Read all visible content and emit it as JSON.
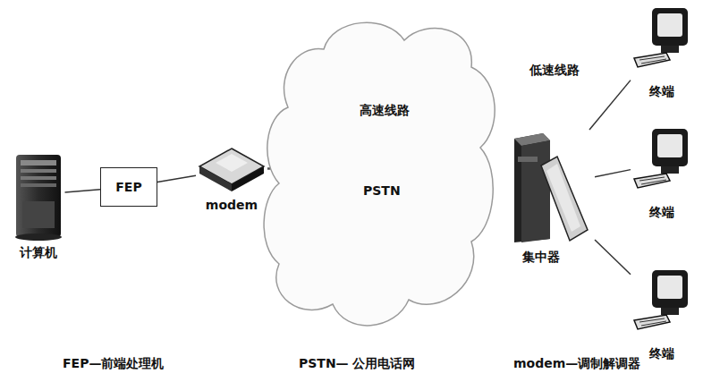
{
  "diagram": {
    "nodes": [
      {
        "text": [
          "计算机"
        ]
      },
      {
        "text": [
          "FEP"
        ]
      },
      {
        "text": [
          "modem"
        ]
      },
      {
        "text": [
          "高速线路",
          "PSTN"
        ]
      },
      {
        "text": [
          "集中器"
        ]
      },
      {
        "text": [
          "终端"
        ]
      },
      {
        "text": [
          "终端"
        ]
      },
      {
        "text": [
          "终端"
        ]
      }
    ],
    "edges": [
      {
        "from": 0,
        "to": 1,
        "arrow": "none"
      },
      {
        "from": 1,
        "to": 2,
        "arrow": "none"
      },
      {
        "from": 2,
        "to": 4,
        "arrow": "none"
      },
      {
        "from": 4,
        "to": 5,
        "label": "低速线路",
        "arrow": "none"
      },
      {
        "from": 4,
        "to": 6,
        "arrow": "none"
      },
      {
        "from": 4,
        "to": 7,
        "arrow": "none"
      }
    ],
    "labels": [
      "FEP—前端处理机",
      "PSTN— 公用电话网",
      "modem—调制解调器"
    ]
  }
}
